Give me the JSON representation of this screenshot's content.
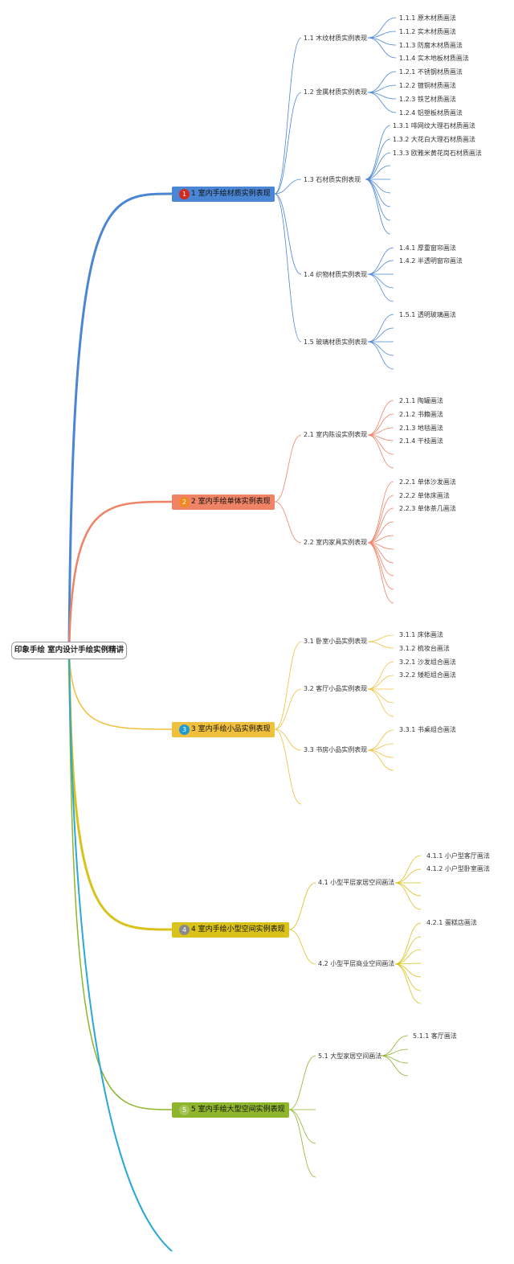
{
  "root": {
    "title": "印象手绘 室内设计手绘实例精讲"
  },
  "branches": [
    {
      "badge": "1",
      "label": "1 室内手绘材质实例表现",
      "color": "#4a86d4",
      "badge_color": "#d62a1e",
      "children": [
        {
          "label": "1.1 木纹材质实例表现",
          "leaves": [
            "1.1.1 原木材质画法",
            "1.1.2 实木材质画法",
            "1.1.3 防腐木材质画法",
            "1.1.4 实木地板材质画法"
          ]
        },
        {
          "label": "1.2 金属材质实例表现",
          "leaves": [
            "1.2.1 不锈钢材质画法",
            "1.2.2 镀铜材质画法",
            "1.2.3 铁艺材质画法",
            "1.2.4 铝塑板材质画法"
          ]
        },
        {
          "label": "1.3 石材质实例表现",
          "leaves": [
            "1.3.1 啡网纹大理石材质画法",
            "1.3.2 大花白大理石材质画法",
            "1.3.3 欧雅米黄花岗石材质画法"
          ]
        },
        {
          "label": "1.4 织物材质实例表现",
          "leaves": [
            "1.4.1 厚重窗帘画法",
            "1.4.2 半透明窗帘画法"
          ]
        },
        {
          "label": "1.5 玻璃材质实例表现",
          "leaves": [
            "1.5.1 透明玻璃画法"
          ]
        }
      ]
    },
    {
      "badge": "2",
      "label": "2 室内手绘单体实例表现",
      "color": "#ee8366",
      "badge_color": "#f08a1e",
      "children": [
        {
          "label": "2.1 室内陈设实例表现",
          "leaves": [
            "2.1.1 陶罐画法",
            "2.1.2 书籍画法",
            "2.1.3 地毯画法",
            "2.1.4 干枝画法"
          ]
        },
        {
          "label": "2.2 室内家具实例表现",
          "leaves": [
            "2.2.1 单体沙发画法",
            "2.2.2 单体床画法",
            "2.2.3 单体茶几画法"
          ]
        }
      ]
    },
    {
      "badge": "3",
      "label": "3 室内手绘小品实例表现",
      "color": "#f0bf3c",
      "badge_color": "#1e9bd4",
      "children": [
        {
          "label": "3.1 卧室小品实例表现",
          "leaves": [
            "3.1.1 床体画法",
            "3.1.2 梳妆台画法"
          ]
        },
        {
          "label": "3.2 客厅小品实例表现",
          "leaves": [
            "3.2.1 沙发组合画法",
            "3.2.2 矮柜组合画法"
          ]
        },
        {
          "label": "3.3 书房小品实例表现",
          "leaves": [
            "3.3.1 书桌组合画法"
          ]
        }
      ]
    },
    {
      "badge": "4",
      "label": "4 室内手绘小型空间实例表现",
      "color": "#d9c21a",
      "badge_color": "#8a8a8a",
      "children": [
        {
          "label": "4.1 小型平层家居空间画法",
          "leaves": [
            "4.1.1 小户型客厅画法",
            "4.1.2 小户型卧室画法"
          ]
        },
        {
          "label": "4.2 小型平层商业空间画法",
          "leaves": [
            "4.2.1 蛋糕店画法"
          ]
        }
      ]
    },
    {
      "badge": "5",
      "label": "5 室内手绘大型空间实例表现",
      "color": "#8fb52d",
      "badge_color": "#a5c45a",
      "children": [
        {
          "label": "5.1 大型家居空间画法",
          "leaves": [
            "5.1.1 客厅画法"
          ]
        }
      ]
    }
  ],
  "extra_branch_color": "#2ba8d8"
}
